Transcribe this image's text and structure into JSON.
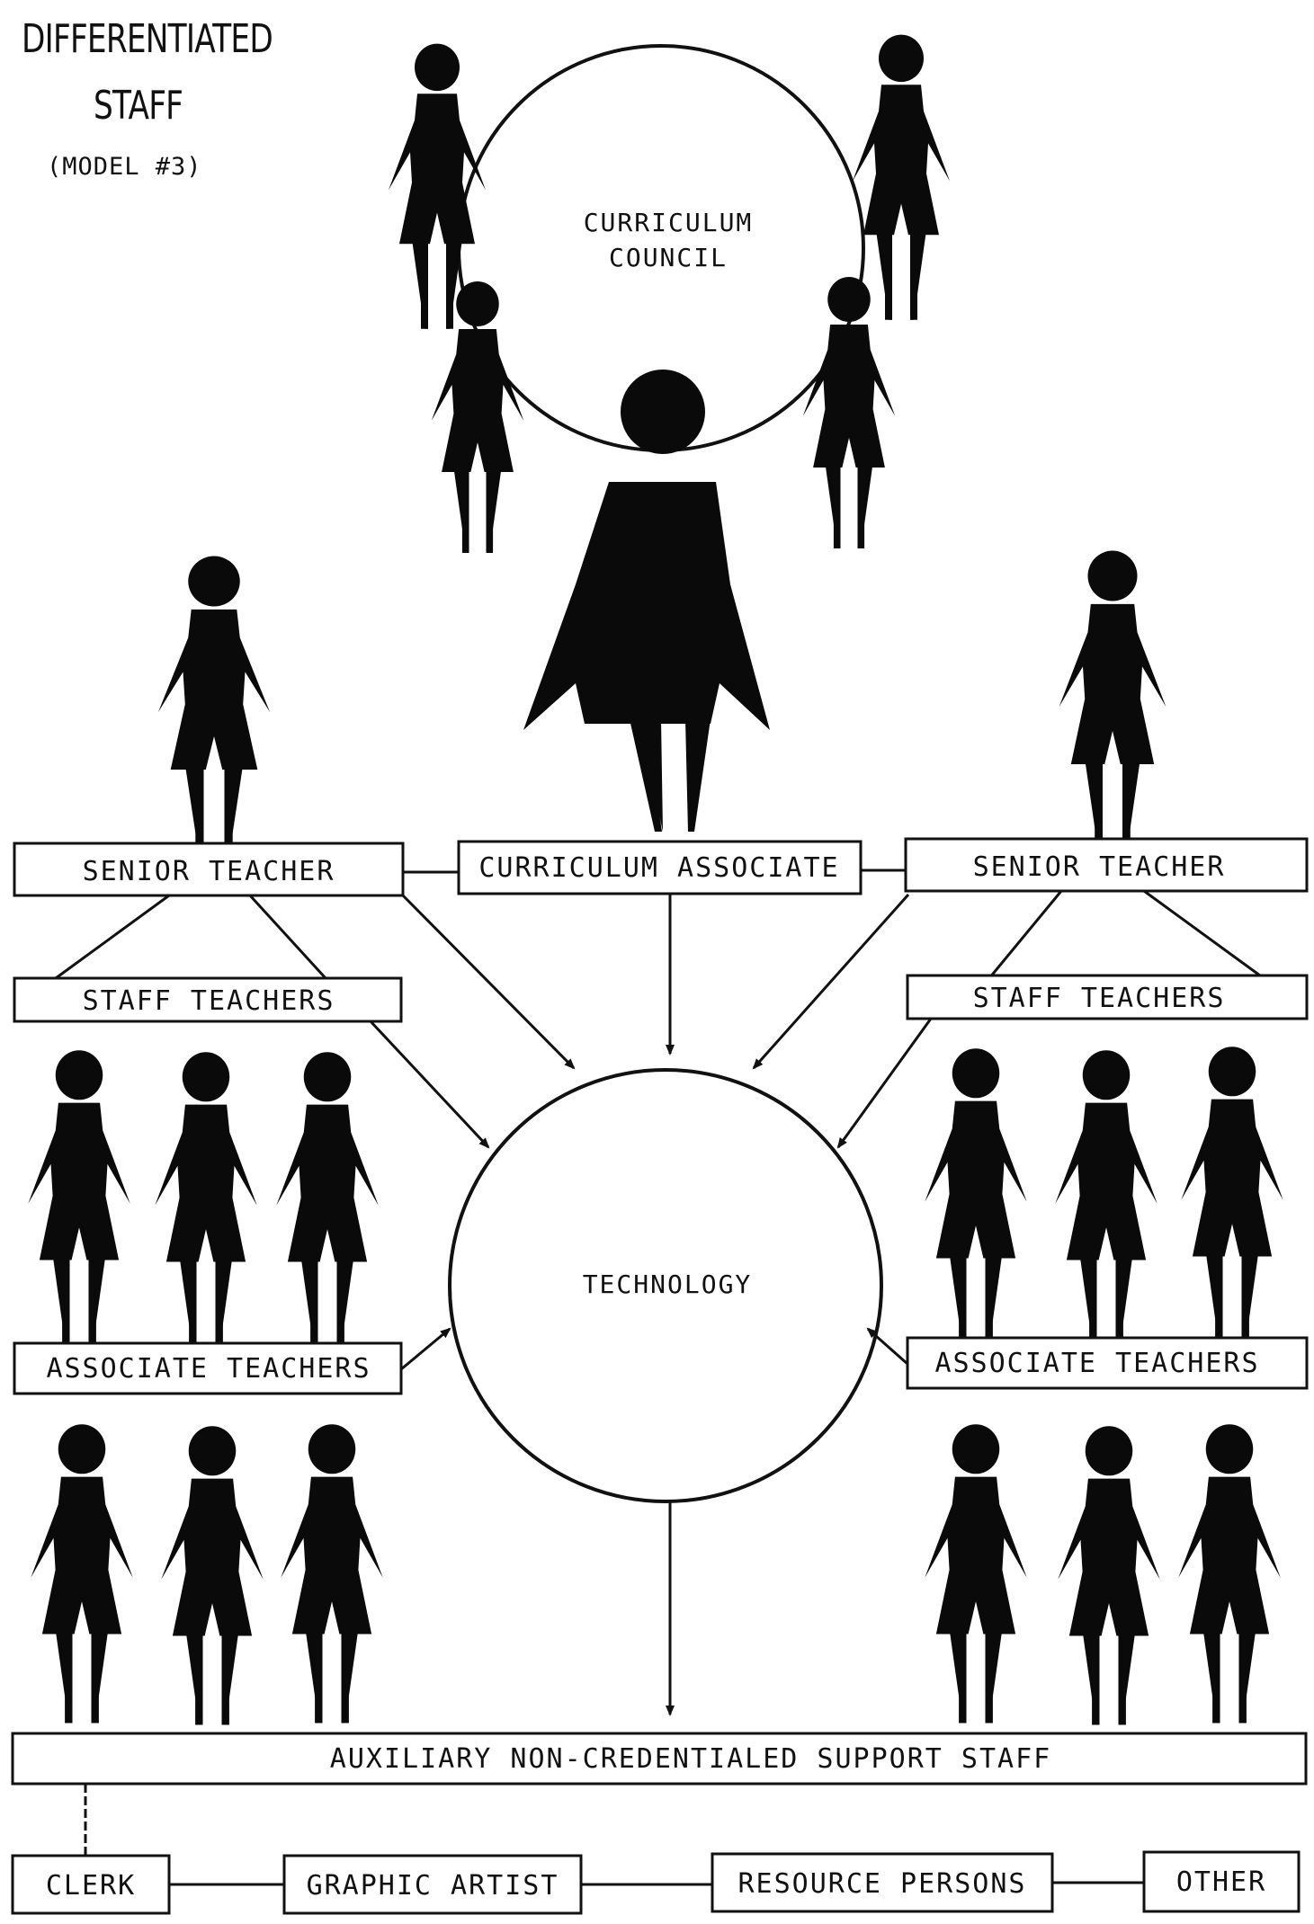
{
  "title": {
    "line1": "DIFFERENTIATED",
    "line2": "STAFF",
    "line3": "(MODEL #3)"
  },
  "nodes": {
    "council_line1": "CURRICULUM",
    "council_line2": "COUNCIL",
    "senior_teacher_left": "SENIOR TEACHER",
    "curriculum_associate": "CURRICULUM ASSOCIATE",
    "senior_teacher_right": "SENIOR TEACHER",
    "staff_teachers_left": "STAFF TEACHERS",
    "staff_teachers_right": "STAFF TEACHERS",
    "technology": "TECHNOLOGY",
    "associate_teachers_left": "ASSOCIATE TEACHERS",
    "associate_teachers_right": "ASSOCIATE TEACHERS",
    "auxiliary": "AUXILIARY NON-CREDENTIALED SUPPORT STAFF",
    "clerk": "CLERK",
    "graphic_artist": "GRAPHIC ARTIST",
    "resource_persons": "RESOURCE PERSONS",
    "other": "OTHER"
  }
}
